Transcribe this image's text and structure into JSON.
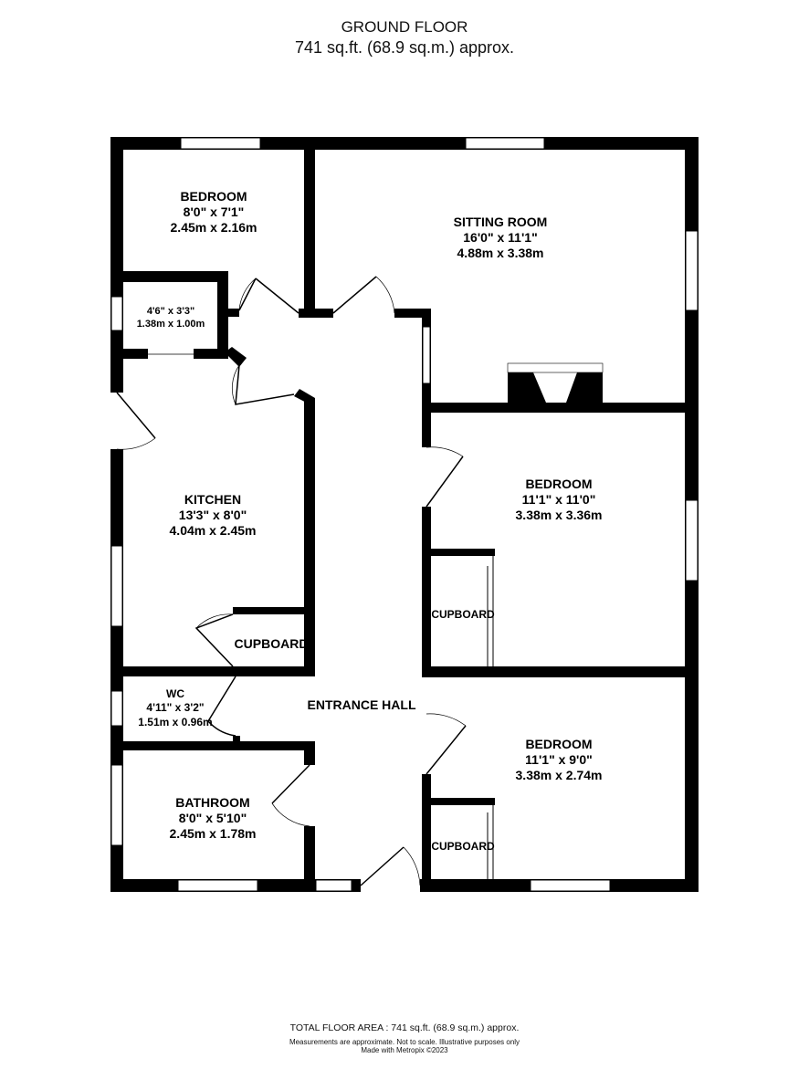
{
  "header": {
    "title": "GROUND FLOOR",
    "area": "741 sq.ft. (68.9 sq.m.) approx."
  },
  "rooms": [
    {
      "name": "BEDROOM",
      "imperial": "8'0\"  x 7'1\"",
      "metric": "2.45m  x 2.16m"
    },
    {
      "name": "SITTING ROOM",
      "imperial": "16'0\"  x 11'1\"",
      "metric": "4.88m  x 3.38m"
    },
    {
      "name": "",
      "imperial": "4'6\"  x 3'3\"",
      "metric": "1.38m  x 1.00m"
    },
    {
      "name": "KITCHEN",
      "imperial": "13'3\"  x 8'0\"",
      "metric": "4.04m  x 2.45m"
    },
    {
      "name": "BEDROOM",
      "imperial": "11'1\"  x 11'0\"",
      "metric": "3.38m  x 3.36m"
    },
    {
      "name": "CUPBOARD",
      "imperial": "",
      "metric": ""
    },
    {
      "name": "CUPBOARD",
      "imperial": "",
      "metric": ""
    },
    {
      "name": "WC",
      "imperial": "4'11\"  x 3'2\"",
      "metric": "1.51m  x 0.96m"
    },
    {
      "name": "ENTRANCE HALL",
      "imperial": "",
      "metric": ""
    },
    {
      "name": "BEDROOM",
      "imperial": "11'1\"  x 9'0\"",
      "metric": "3.38m  x 2.74m"
    },
    {
      "name": "BATHROOM",
      "imperial": "8'0\"  x 5'10\"",
      "metric": "2.45m  x 1.78m"
    },
    {
      "name": "CUPBOARD",
      "imperial": "",
      "metric": ""
    }
  ],
  "footer": {
    "total": "TOTAL FLOOR AREA : 741 sq.ft. (68.9 sq.m.) approx.",
    "disclaimer": "Measurements are approximate.  Not to scale.  Illustrative purposes only",
    "credit": "Made with Metropix ©2023"
  }
}
